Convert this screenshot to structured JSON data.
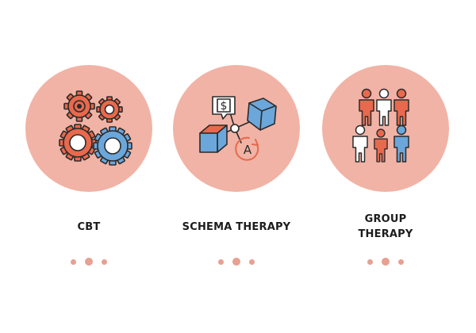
{
  "palette": {
    "circle_fill": "#f1b3a5",
    "accent_red": "#e8694d",
    "accent_blue": "#6ba7db",
    "outline": "#2a2a2a",
    "dot_color": "#e8a091"
  },
  "cards": [
    {
      "label": "CBT",
      "icon": "gears-icon"
    },
    {
      "label": "SCHEMA THERAPY",
      "icon": "schema-diagram-icon"
    },
    {
      "label_lines": [
        "GROUP",
        "THERAPY"
      ],
      "icon": "group-people-icon"
    }
  ],
  "schema_glyphs": {
    "dollar": "$",
    "letter_a": "A"
  }
}
